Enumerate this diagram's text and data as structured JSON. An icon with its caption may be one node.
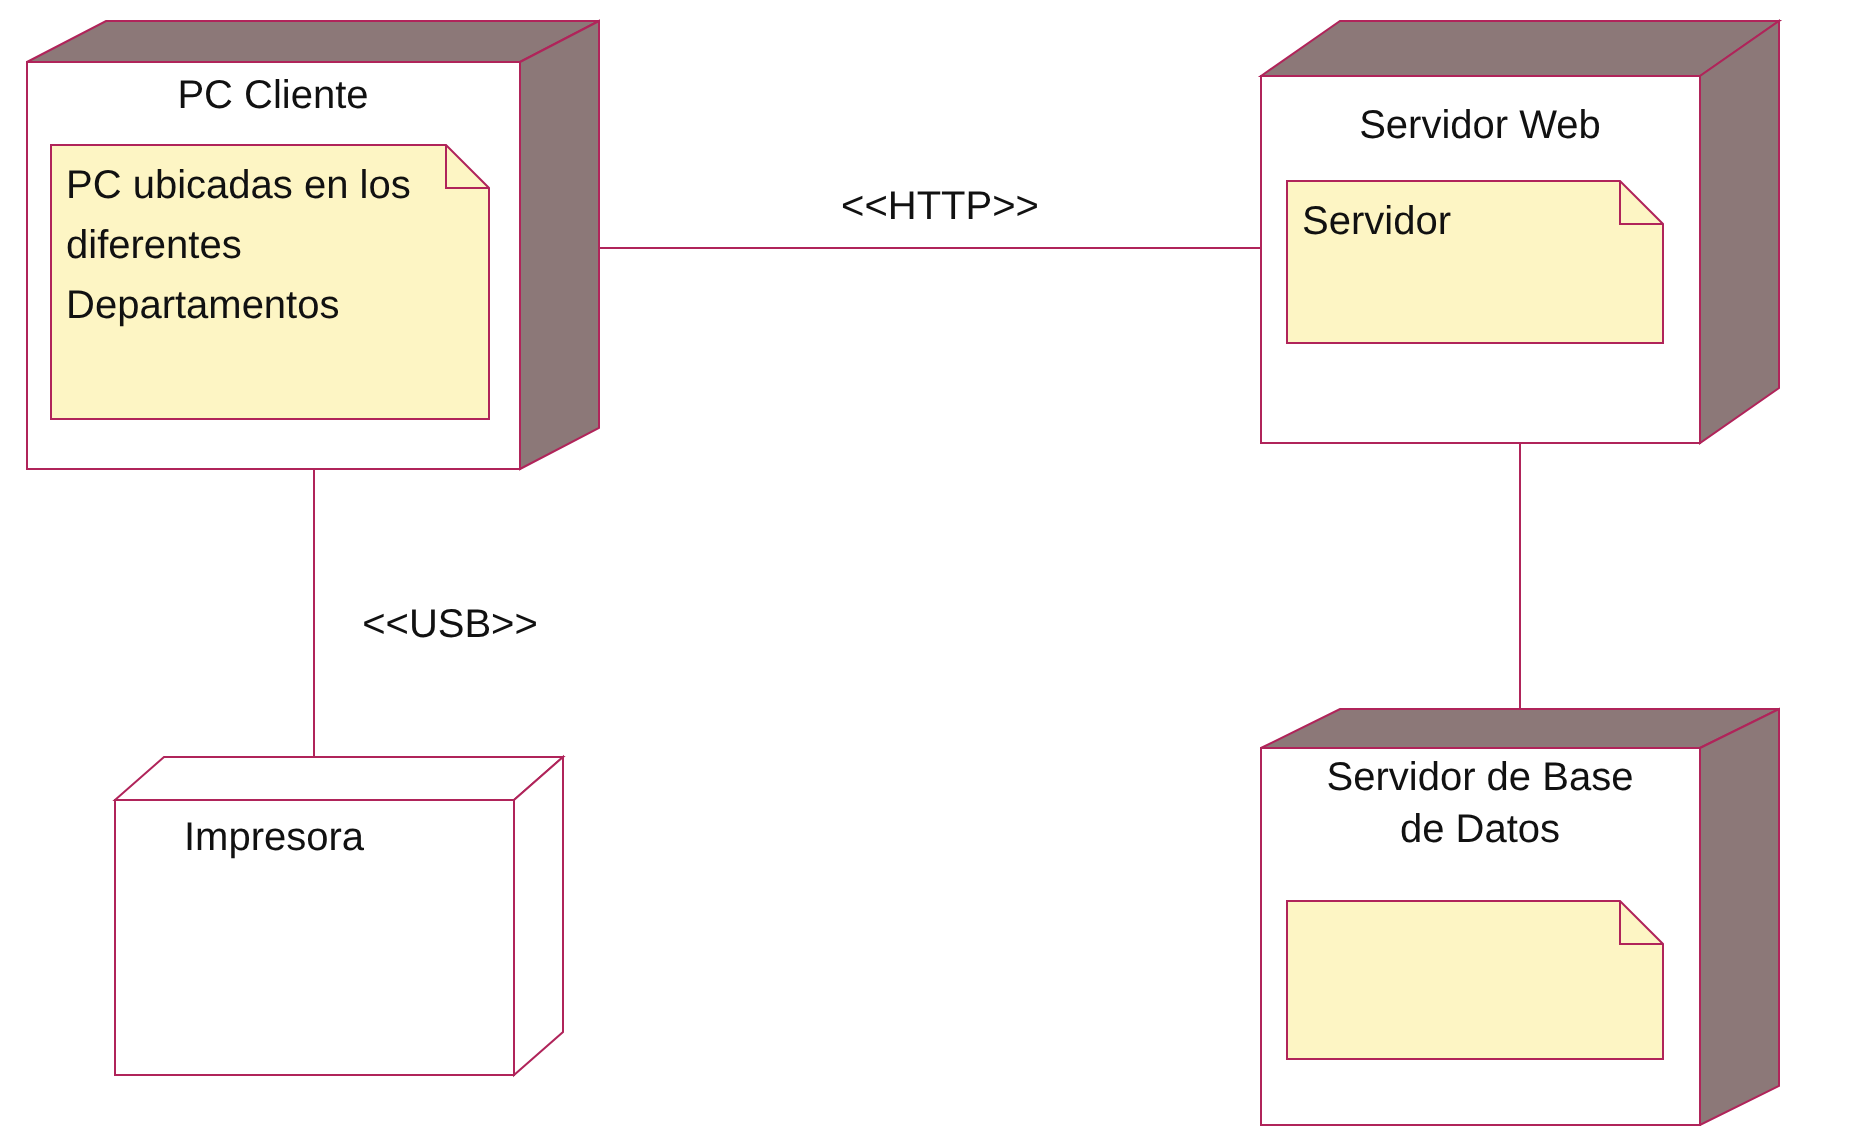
{
  "diagram": {
    "nodes": [
      {
        "text": [
          "PC Cliente"
        ]
      },
      {
        "text": [
          "PC ubicadas en los diferentes Departamentos"
        ],
        "in": 0
      },
      {
        "text": [
          "Servidor Web"
        ]
      },
      {
        "text": [
          "Servidor"
        ],
        "in": 2
      },
      {
        "text": [
          "Impresora"
        ]
      },
      {
        "text": [
          "Servidor de Base de Datos"
        ]
      },
      {
        "text": [],
        "shape": "box",
        "in": 5
      }
    ],
    "edges": [
      {
        "from": 0,
        "to": 2,
        "arrow": "none",
        "label": "<<HTTP>>"
      },
      {
        "from": 0,
        "to": 4,
        "arrow": "none",
        "label": "<<USB>>"
      },
      {
        "from": 2,
        "to": 5,
        "arrow": "none"
      }
    ]
  }
}
